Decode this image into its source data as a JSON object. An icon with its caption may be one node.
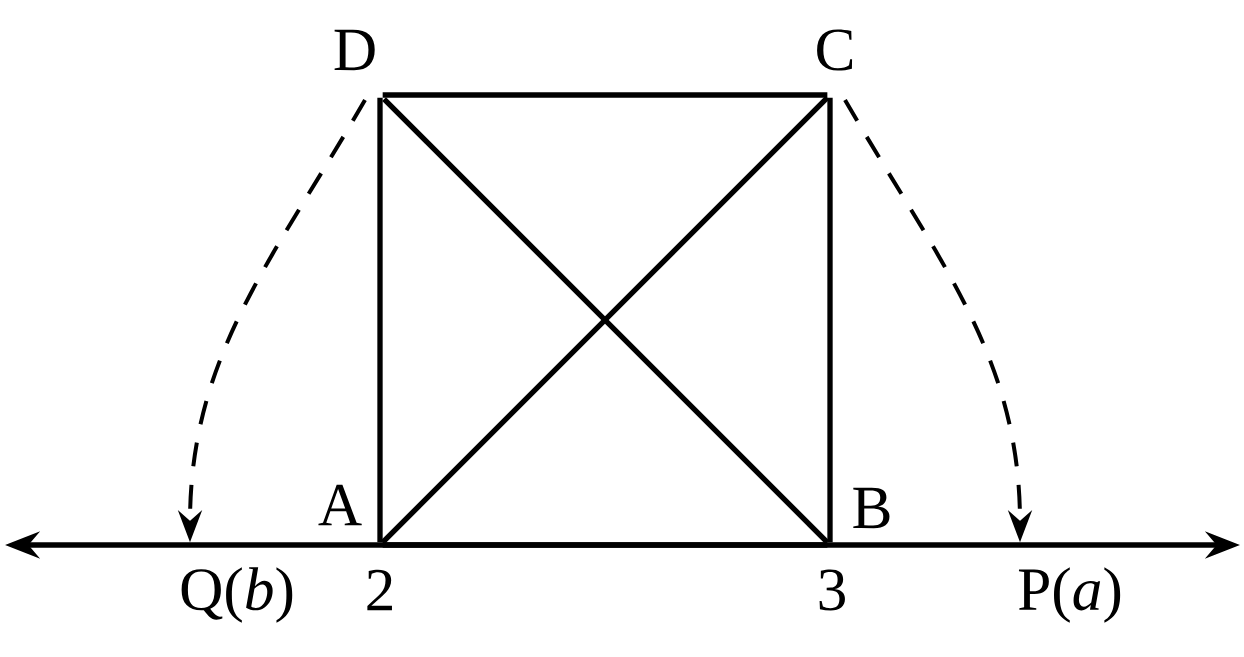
{
  "diagram": {
    "nodes": [
      {
        "text": [
          "D"
        ]
      },
      {
        "text": [
          "C"
        ]
      },
      {
        "text": [
          "A"
        ],
        "beside": [
          "2"
        ]
      },
      {
        "text": [
          "B"
        ],
        "beside": [
          "3"
        ]
      },
      {
        "text": [
          "Q(*b*)"
        ]
      },
      {
        "text": [
          "P(*a*)"
        ]
      }
    ],
    "edges": [
      {
        "from": 0,
        "to": 1,
        "arrow": "none"
      },
      {
        "from": 1,
        "to": 3,
        "arrow": "none"
      },
      {
        "from": 2,
        "to": 3,
        "arrow": "none"
      },
      {
        "from": 2,
        "to": 0,
        "arrow": "none"
      },
      {
        "from": 2,
        "to": 1,
        "arrow": "none"
      },
      {
        "from": 0,
        "to": 3,
        "arrow": "none"
      },
      {
        "from": 0,
        "to": 4,
        "arrow": "to",
        "style": "dashed"
      },
      {
        "from": 1,
        "to": 5,
        "arrow": "to",
        "style": "dashed"
      }
    ]
  }
}
